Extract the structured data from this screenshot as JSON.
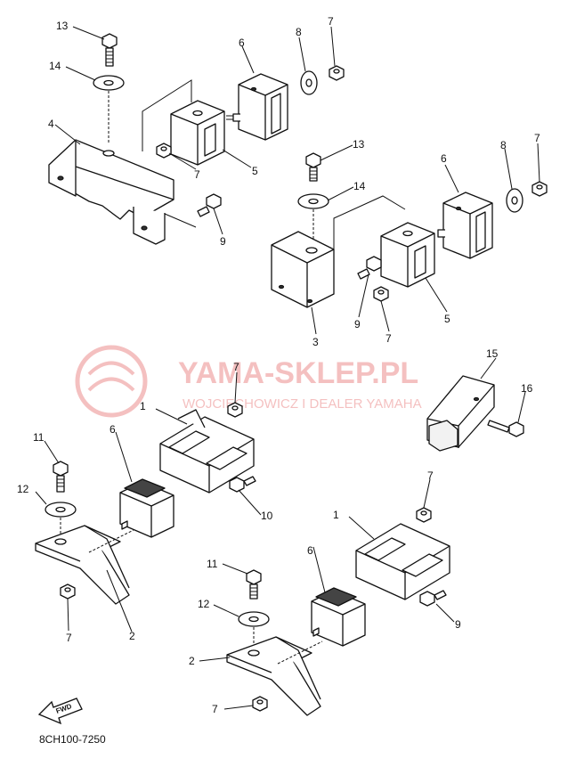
{
  "labels": {
    "n13a": "13",
    "n14a": "14",
    "n4": "4",
    "n6a": "6",
    "n8a": "8",
    "n7a": "7",
    "n7b": "7",
    "n5a": "5",
    "n9a": "9",
    "n13b": "13",
    "n14b": "14",
    "n6b": "6",
    "n8b": "8",
    "n7c": "7",
    "n3": "3",
    "n9b": "9",
    "n7d": "7",
    "n5b": "5",
    "n15": "15",
    "n16": "16",
    "n7e": "7",
    "n1a": "1",
    "n11a": "11",
    "n6c": "6",
    "n12a": "12",
    "n10": "10",
    "n7f": "7",
    "n2a": "2",
    "n7g": "7",
    "n1b": "1",
    "n6d": "6",
    "n11b": "11",
    "n12b": "12",
    "n9c": "9",
    "n2b": "2",
    "n7h": "7"
  },
  "fwd_label": "FWD",
  "diagram_code": "8CH100-7250",
  "watermark": {
    "title": "YAMA-SKLEP.PL",
    "subtitle": "WOJCIECHOWICZ I DEALER YAMAHA",
    "color": "#f3b6b6"
  }
}
